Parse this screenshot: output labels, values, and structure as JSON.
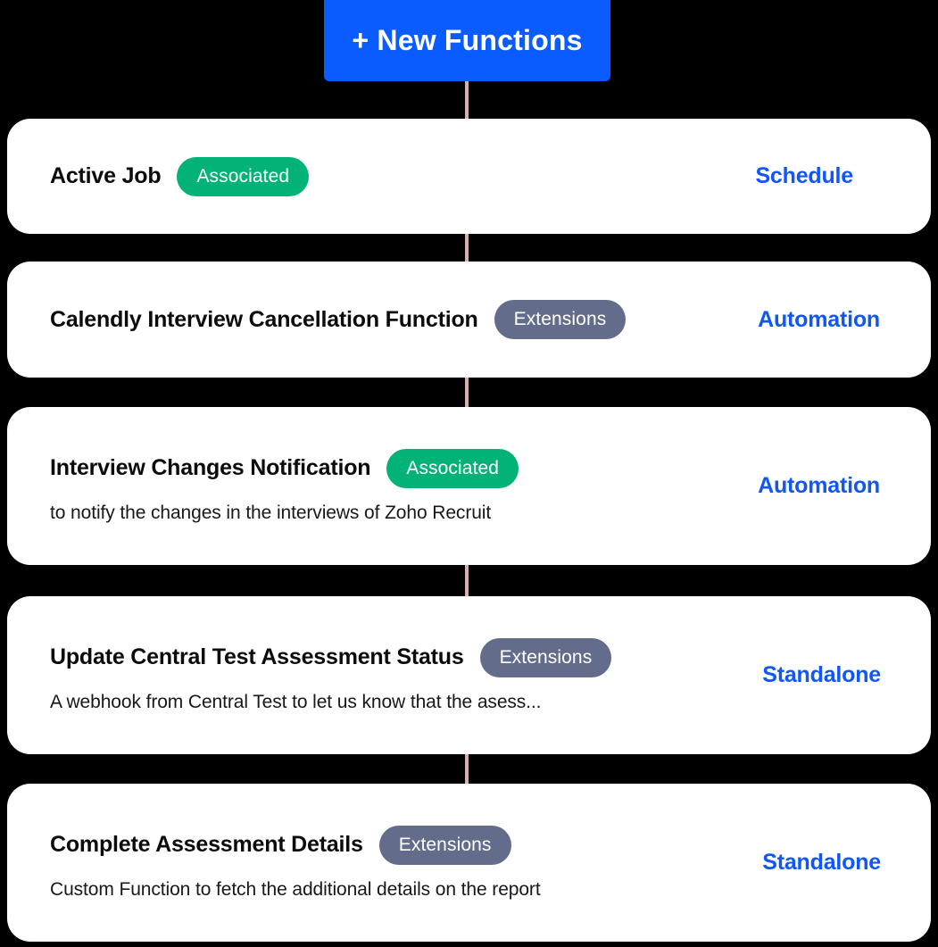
{
  "page": {
    "background_color": "#000000",
    "connector_color": "#d9afae"
  },
  "header": {
    "new_button_label": "+ New Functions",
    "new_button_color": "#0B5CFF"
  },
  "colors": {
    "badge_associated": "#03b276",
    "badge_extensions": "#646c8c",
    "link": "#1157f5",
    "card_background": "#ffffff"
  },
  "functions": [
    {
      "title": "Active Job",
      "badge": "Associated",
      "badge_type": "associated",
      "description": "",
      "link": "Schedule"
    },
    {
      "title": "Calendly Interview Cancellation Function",
      "badge": "Extensions",
      "badge_type": "extensions",
      "description": "",
      "link": "Automation"
    },
    {
      "title": "Interview Changes Notification",
      "badge": "Associated",
      "badge_type": "associated",
      "description": "to notify the changes in the interviews of Zoho Recruit",
      "link": "Automation"
    },
    {
      "title": "Update Central Test Assessment Status",
      "badge": "Extensions",
      "badge_type": "extensions",
      "description": "A webhook from Central Test to let us know that the asess...",
      "link": "Standalone"
    },
    {
      "title": "Complete Assessment Details",
      "badge": "Extensions",
      "badge_type": "extensions",
      "description": "Custom Function to fetch the additional details on the report",
      "link": "Standalone"
    }
  ]
}
